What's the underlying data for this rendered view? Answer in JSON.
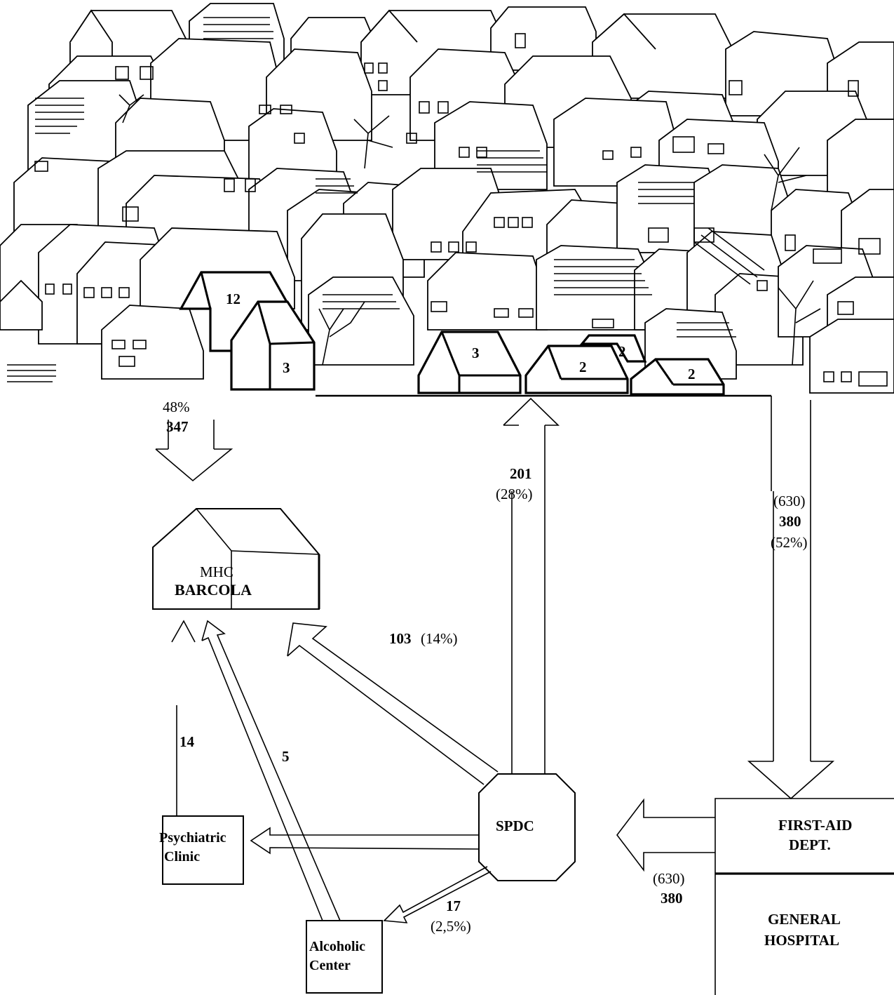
{
  "town": {
    "house_numbers": [
      "12",
      "3",
      "3",
      "2",
      "2",
      "2"
    ]
  },
  "flows": {
    "to_mhc_pct": "48%",
    "to_mhc_count": "347",
    "to_town_count": "201",
    "to_town_pct": "(28%)",
    "to_first_aid_total": "(630)",
    "to_first_aid_count": "380",
    "to_first_aid_pct": "(52%)",
    "spdc_to_mhc_count": "103",
    "spdc_to_mhc_pct": "(14%)",
    "clinic_to_mhc": "14",
    "alcoholic_to_mhc": "5",
    "spdc_to_alcoholic_count": "17",
    "spdc_to_alcoholic_pct": "(2,5%)",
    "first_aid_to_spdc_total": "(630)",
    "first_aid_to_spdc_count": "380"
  },
  "nodes": {
    "mhc_line1": "MHC",
    "mhc_line2": "BARCOLA",
    "spdc": "SPDC",
    "psychiatric_line1": "Psychiatric",
    "psychiatric_line2": "Clinic",
    "alcoholic_line1": "Alcoholic",
    "alcoholic_line2": "Center",
    "first_aid_line1": "FIRST-AID",
    "first_aid_line2": "DEPT.",
    "hospital_line1": "GENERAL",
    "hospital_line2": "HOSPITAL"
  }
}
